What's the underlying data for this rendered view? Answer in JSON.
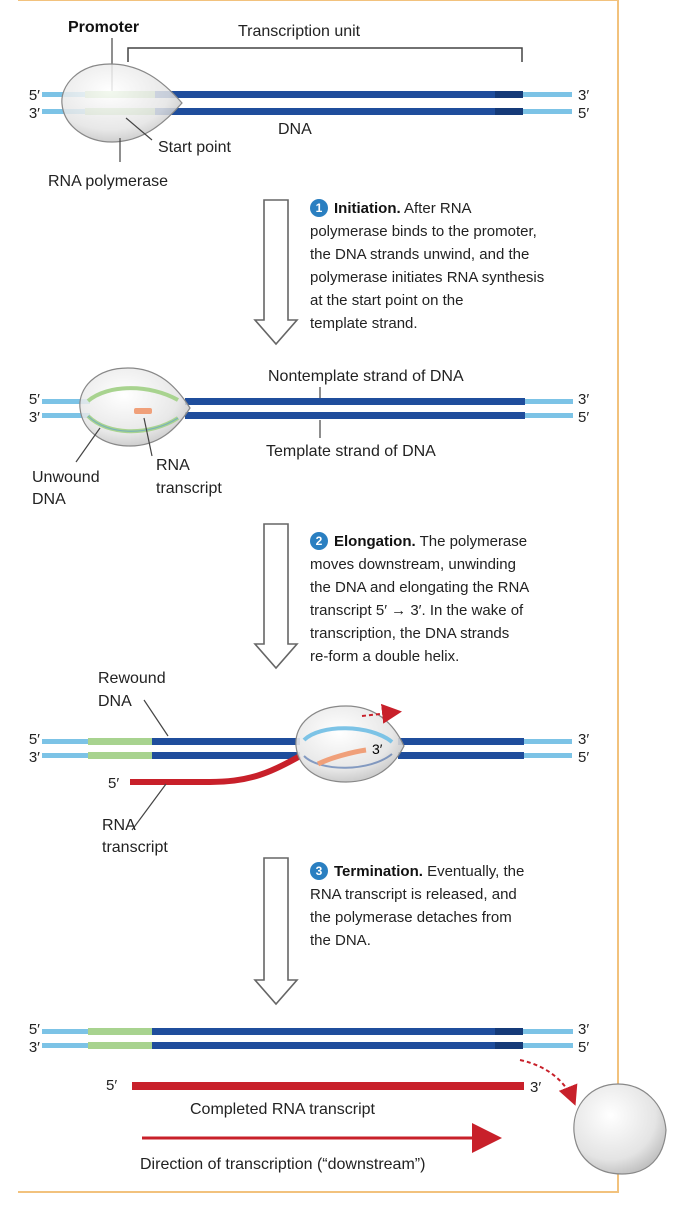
{
  "colors": {
    "border": "#f2c27d",
    "dna_dark": "#1f4d9c",
    "dna_light": "#7cc3e6",
    "promoter_green": "#a8d38f",
    "rna_red": "#c8202a",
    "polymerase": "#e6e6e6",
    "step_badge": "#2a7fc1"
  },
  "ends": {
    "five": "5′",
    "three": "3′"
  },
  "stage1": {
    "promoter": "Promoter",
    "transcription_unit": "Transcription unit",
    "dna": "DNA",
    "start_point": "Start point",
    "rna_polymerase": "RNA polymerase"
  },
  "steps": [
    {
      "number": "1",
      "title": "Initiation.",
      "lines": [
        " After RNA",
        "polymerase binds to the promoter,",
        "the DNA strands unwind, and the",
        "polymerase initiates RNA synthesis",
        "at the start point on the",
        "template strand."
      ]
    },
    {
      "number": "2",
      "title": "Elongation.",
      "lines": [
        " The polymerase",
        "moves downstream, unwinding",
        "the DNA and elongating the RNA",
        "transcript 5′ → 3′. In the wake of",
        "transcription, the DNA strands",
        "re-form a double helix."
      ]
    },
    {
      "number": "3",
      "title": "Termination.",
      "lines": [
        " Eventually, the",
        "RNA transcript is released, and",
        "the polymerase detaches from",
        "the DNA."
      ]
    }
  ],
  "stage2": {
    "nontemplate": "Nontemplate strand of DNA",
    "template": "Template strand of DNA",
    "unwound_1": "Unwound",
    "unwound_2": "DNA",
    "rna_1": "RNA",
    "rna_2": "transcript"
  },
  "stage3": {
    "rewound_1": "Rewound",
    "rewound_2": "DNA",
    "rna_1": "RNA",
    "rna_2": "transcript"
  },
  "stage4": {
    "completed": "Completed RNA transcript",
    "direction": "Direction of transcription (“downstream”)"
  }
}
